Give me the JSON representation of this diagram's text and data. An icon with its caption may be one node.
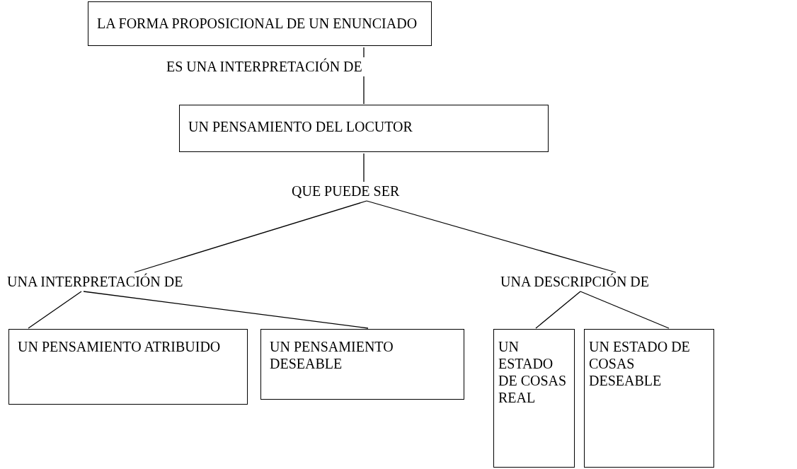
{
  "diagram": {
    "nodes": [
      {
        "text": [
          "LA FORMA PROPOSICIONAL DE UN ENUNCIADO"
        ]
      },
      {
        "text": [
          "ES UNA INTERPRETACIÓN DE"
        ]
      },
      {
        "text": [
          "UN PENSAMIENTO DEL LOCUTOR"
        ]
      },
      {
        "text": [
          "QUE PUEDE SER"
        ]
      },
      {
        "text": [
          "UNA INTERPRETACIÓN DE"
        ]
      },
      {
        "text": [
          "UNA DESCRIPCIÓN DE"
        ]
      },
      {
        "text": [
          "UN PENSAMIENTO ATRIBUIDO"
        ]
      },
      {
        "text": [
          "UN PENSAMIENTO DESEABLE"
        ]
      },
      {
        "text": [
          "UN ESTADO DE COSAS REAL"
        ]
      },
      {
        "text": [
          "UN ESTADO DE COSAS DESEABLE"
        ]
      }
    ],
    "edges": [
      {
        "from": 0,
        "to": 1,
        "arrow": "none"
      },
      {
        "from": 1,
        "to": 2,
        "arrow": "none"
      },
      {
        "from": 2,
        "to": 3,
        "arrow": "none"
      },
      {
        "from": 3,
        "to": 4,
        "arrow": "none"
      },
      {
        "from": 3,
        "to": 5,
        "arrow": "none"
      },
      {
        "from": 4,
        "to": 6,
        "arrow": "none"
      },
      {
        "from": 4,
        "to": 7,
        "arrow": "none"
      },
      {
        "from": 5,
        "to": 8,
        "arrow": "none"
      },
      {
        "from": 5,
        "to": 9,
        "arrow": "none"
      }
    ]
  }
}
